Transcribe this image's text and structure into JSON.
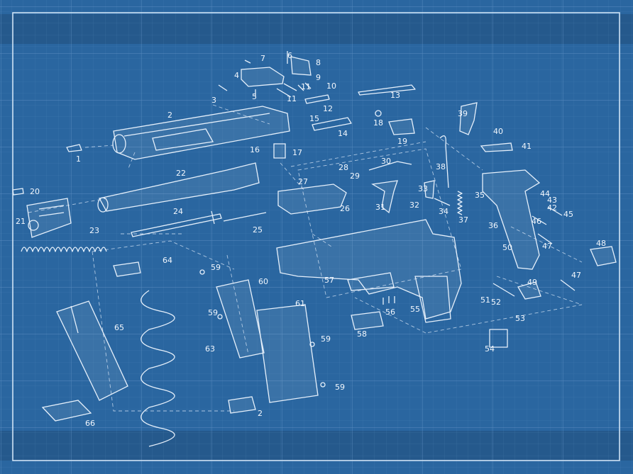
{
  "diagram": {
    "style": "blueprint",
    "colors": {
      "background": "#2a66a0",
      "band": "#25598c",
      "line": "#e6f0fb",
      "grid": "#5a8cc0"
    },
    "labels": [
      "1",
      "2",
      "3",
      "4",
      "5",
      "6",
      "7",
      "8",
      "9",
      "10",
      "11",
      "11",
      "12",
      "13",
      "14",
      "15",
      "16",
      "17",
      "18",
      "19",
      "20",
      "21",
      "22",
      "23",
      "24",
      "25",
      "26",
      "27",
      "28",
      "29",
      "30",
      "31",
      "32",
      "33",
      "34",
      "35",
      "36",
      "37",
      "38",
      "39",
      "40",
      "41",
      "42",
      "43",
      "44",
      "45",
      "46",
      "47",
      "47",
      "48",
      "49",
      "50",
      "51",
      "52",
      "53",
      "54",
      "55",
      "56",
      "57",
      "58",
      "59",
      "59",
      "59",
      "59",
      "60",
      "61",
      "2",
      "63",
      "64",
      "65",
      "66"
    ]
  }
}
